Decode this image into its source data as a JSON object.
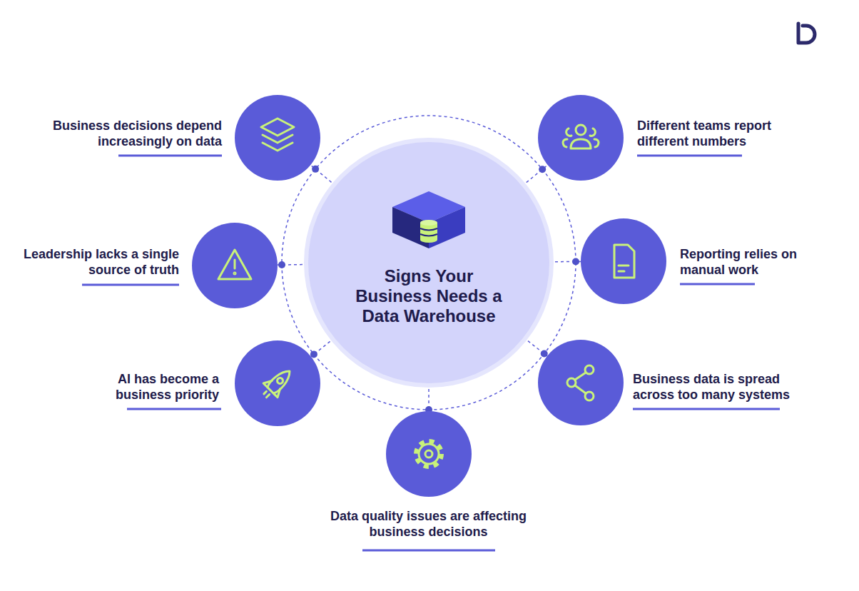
{
  "diagram": {
    "nodes": [
      {
        "text": [
          "Signs Your Business Needs a Data Warehouse"
        ]
      },
      {
        "text": [
          "Business decisions depend increasingly on data"
        ]
      },
      {
        "text": [
          "Different teams report different numbers"
        ]
      },
      {
        "text": [
          "Leadership lacks a single source of truth"
        ]
      },
      {
        "text": [
          "Reporting relies on manual work"
        ]
      },
      {
        "text": [
          "AI has become a business priority"
        ]
      },
      {
        "text": [
          "Business data is spread across too many systems"
        ]
      },
      {
        "text": [
          "Data quality issues are affecting business decisions"
        ]
      }
    ],
    "edges": [
      {
        "from": 0,
        "to": 1,
        "arrow": "none"
      },
      {
        "from": 0,
        "to": 2,
        "arrow": "none"
      },
      {
        "from": 0,
        "to": 3,
        "arrow": "none"
      },
      {
        "from": 0,
        "to": 4,
        "arrow": "none"
      },
      {
        "from": 0,
        "to": 5,
        "arrow": "none"
      },
      {
        "from": 0,
        "to": 6,
        "arrow": "none"
      },
      {
        "from": 0,
        "to": 7,
        "arrow": "none"
      }
    ]
  }
}
